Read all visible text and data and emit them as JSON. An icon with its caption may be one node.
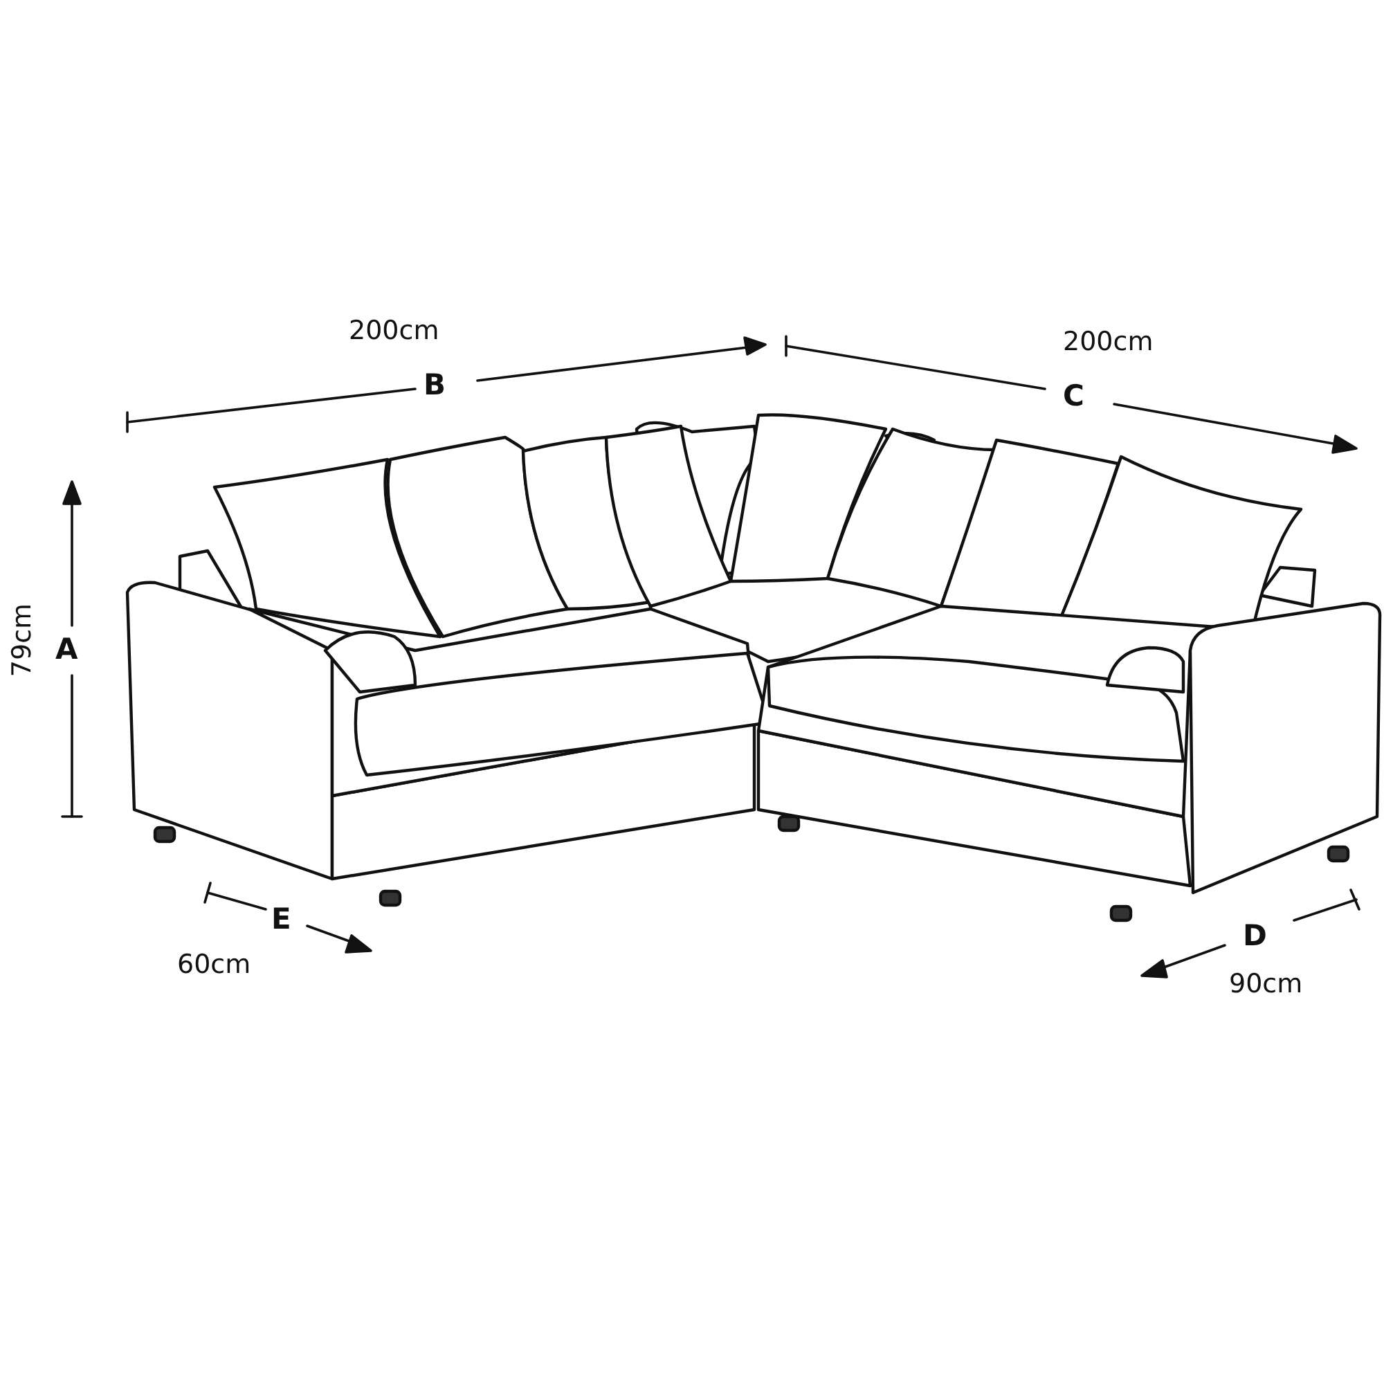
{
  "diagram": {
    "labels": [
      "200cm",
      "200cm",
      "B",
      "C",
      "A",
      "79cm",
      "E",
      "D",
      "60cm",
      "90cm"
    ]
  }
}
